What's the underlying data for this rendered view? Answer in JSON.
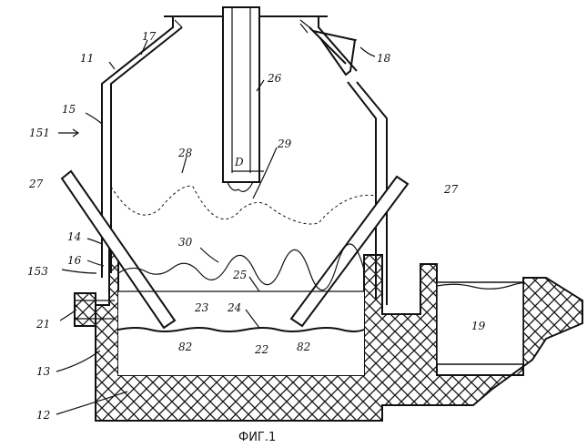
{
  "labels": {
    "l11": "11",
    "l17": "17",
    "l18": "18",
    "l26": "26",
    "l15": "15",
    "l151": "151",
    "l28": "28",
    "lD": "D",
    "l29": "29",
    "l27a": "27",
    "l27b": "27",
    "l14": "14",
    "l16": "16",
    "l30": "30",
    "l153": "153",
    "l25": "25",
    "l23": "23",
    "l24": "24",
    "l21": "21",
    "l19": "19",
    "l82a": "82",
    "l22": "22",
    "l82b": "82",
    "l13": "13",
    "l12": "12"
  },
  "caption": "ФИГ.1"
}
